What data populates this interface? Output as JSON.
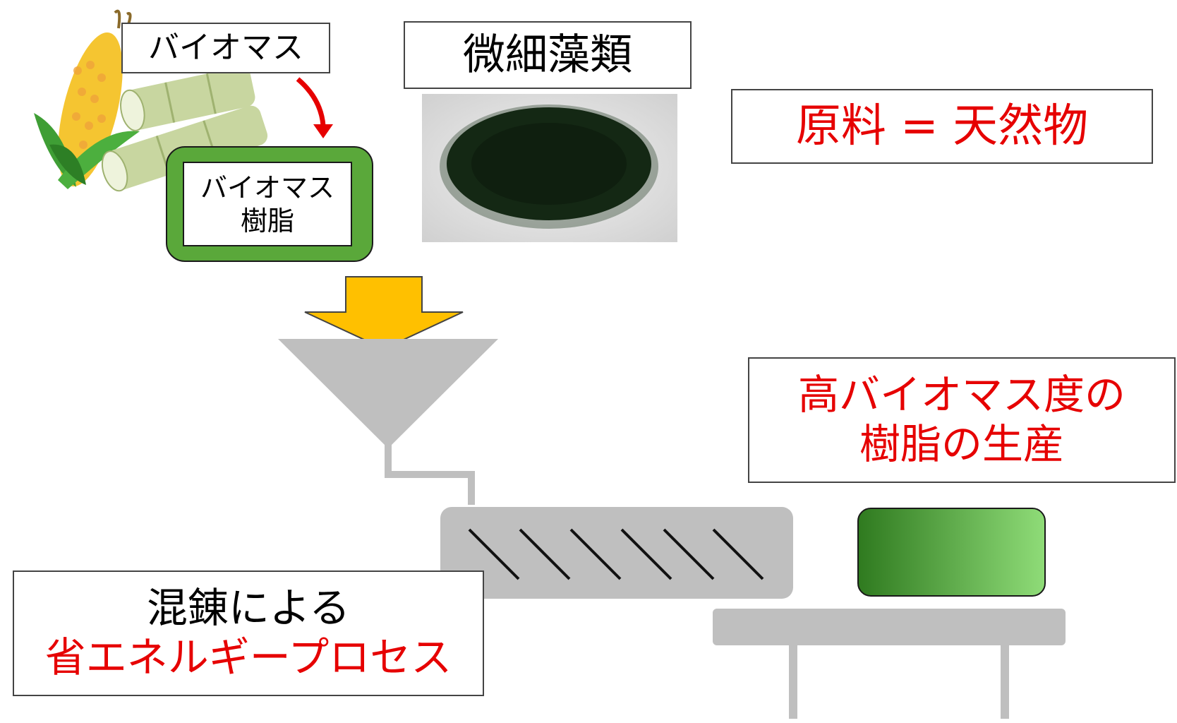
{
  "labels": {
    "biomass": "バイオマス",
    "biomass_resin_line1": "バイオマス",
    "biomass_resin_line2": "樹脂",
    "microalgae": "微細藻類",
    "raw_material": "原料 = 天然物",
    "high_biomass_line1": "高バイオマス度の",
    "high_biomass_line2": "樹脂の生産",
    "kneading_line1": "混錬による",
    "kneading_line2": "省エネルギープロセス"
  },
  "colors": {
    "accent_red": "#e60000",
    "resin_green": "#5aa83a",
    "arrow_orange": "#ffc000",
    "machine_gray": "#bfbfbf",
    "algae_dark": "#142814"
  },
  "icons": [
    "corn-illustration",
    "sugarcane-illustration",
    "microalgae-photo",
    "hopper",
    "extruder-screw",
    "conveyor-table"
  ]
}
